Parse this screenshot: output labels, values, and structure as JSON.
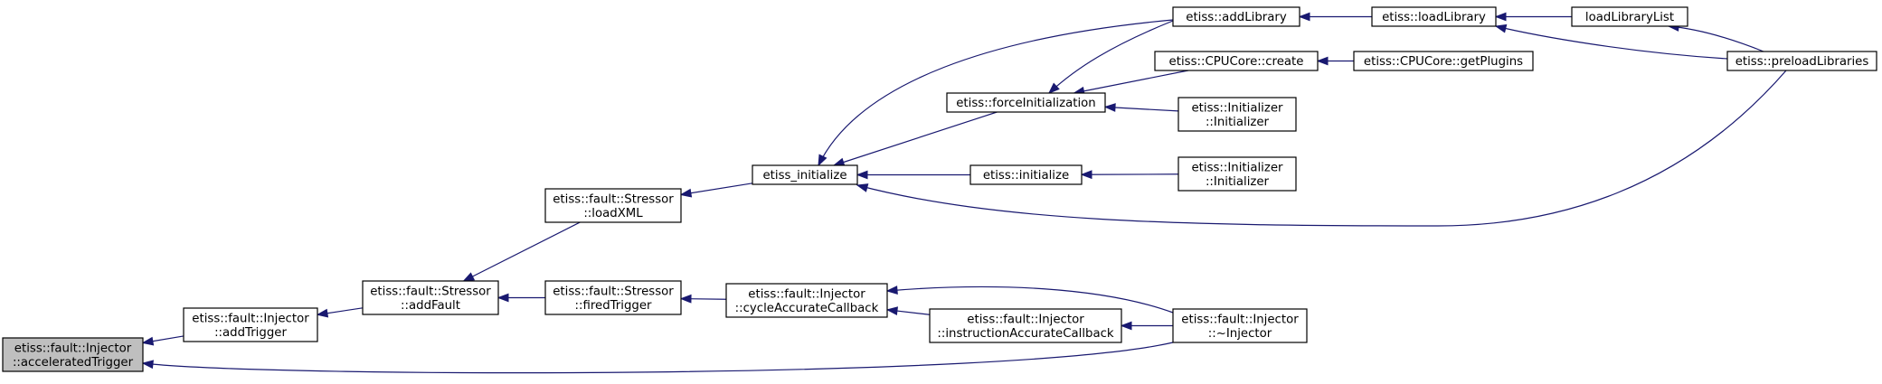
{
  "graph": {
    "nodes": [
      {
        "id": "accel",
        "lines": [
          "etiss::fault::Injector",
          "::acceleratedTrigger"
        ],
        "highlight": true
      },
      {
        "id": "addTrigger",
        "lines": [
          "etiss::fault::Injector",
          "::addTrigger"
        ]
      },
      {
        "id": "addFault",
        "lines": [
          "etiss::fault::Stressor",
          "::addFault"
        ]
      },
      {
        "id": "loadXML",
        "lines": [
          "etiss::fault::Stressor",
          "::loadXML"
        ]
      },
      {
        "id": "firedTrigger",
        "lines": [
          "etiss::fault::Stressor",
          "::firedTrigger"
        ]
      },
      {
        "id": "etissInit",
        "lines": [
          "etiss_initialize"
        ]
      },
      {
        "id": "cycleCb",
        "lines": [
          "etiss::fault::Injector",
          "::cycleAccurateCallback"
        ]
      },
      {
        "id": "instrCb",
        "lines": [
          "etiss::fault::Injector",
          "::instructionAccurateCallback"
        ]
      },
      {
        "id": "dtor",
        "lines": [
          "etiss::fault::Injector",
          "::~Injector"
        ]
      },
      {
        "id": "forceInit",
        "lines": [
          "etiss::forceInitialization"
        ]
      },
      {
        "id": "initialize",
        "lines": [
          "etiss::initialize"
        ]
      },
      {
        "id": "addLibrary",
        "lines": [
          "etiss::addLibrary"
        ]
      },
      {
        "id": "cpuCreate",
        "lines": [
          "etiss::CPUCore::create"
        ]
      },
      {
        "id": "initA",
        "lines": [
          "etiss::Initializer",
          "::Initializer"
        ]
      },
      {
        "id": "initB",
        "lines": [
          "etiss::Initializer",
          "::Initializer"
        ]
      },
      {
        "id": "loadLibrary",
        "lines": [
          "etiss::loadLibrary"
        ]
      },
      {
        "id": "getPlugins",
        "lines": [
          "etiss::CPUCore::getPlugins"
        ]
      },
      {
        "id": "loadLibraryList",
        "lines": [
          "loadLibraryList"
        ]
      },
      {
        "id": "preload",
        "lines": [
          "etiss::preloadLibraries"
        ]
      }
    ],
    "edges": [
      {
        "from": "addTrigger",
        "to": "accel"
      },
      {
        "from": "dtor",
        "to": "accel"
      },
      {
        "from": "addFault",
        "to": "addTrigger"
      },
      {
        "from": "loadXML",
        "to": "addFault"
      },
      {
        "from": "firedTrigger",
        "to": "addFault"
      },
      {
        "from": "etissInit",
        "to": "loadXML"
      },
      {
        "from": "cycleCb",
        "to": "firedTrigger"
      },
      {
        "from": "dtor",
        "to": "cycleCb"
      },
      {
        "from": "instrCb",
        "to": "cycleCb"
      },
      {
        "from": "dtor",
        "to": "instrCb"
      },
      {
        "from": "addLibrary",
        "to": "etissInit"
      },
      {
        "from": "forceInit",
        "to": "etissInit"
      },
      {
        "from": "initialize",
        "to": "etissInit"
      },
      {
        "from": "preload",
        "to": "etissInit"
      },
      {
        "from": "addLibrary",
        "to": "forceInit"
      },
      {
        "from": "cpuCreate",
        "to": "forceInit"
      },
      {
        "from": "initA",
        "to": "forceInit"
      },
      {
        "from": "initB",
        "to": "initialize"
      },
      {
        "from": "loadLibrary",
        "to": "addLibrary"
      },
      {
        "from": "getPlugins",
        "to": "cpuCreate"
      },
      {
        "from": "loadLibraryList",
        "to": "loadLibrary"
      },
      {
        "from": "preload",
        "to": "loadLibrary"
      },
      {
        "from": "preload",
        "to": "loadLibraryList"
      }
    ]
  }
}
